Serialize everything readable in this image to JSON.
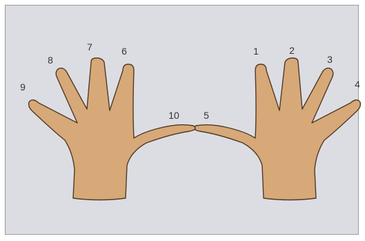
{
  "diagram": {
    "left_hand": {
      "fingers": [
        {
          "id": "thumb",
          "label": "10"
        },
        {
          "id": "index",
          "label": "6"
        },
        {
          "id": "middle",
          "label": "7"
        },
        {
          "id": "ring",
          "label": "8"
        },
        {
          "id": "little",
          "label": "9"
        }
      ]
    },
    "right_hand": {
      "fingers": [
        {
          "id": "thumb",
          "label": "5"
        },
        {
          "id": "index",
          "label": "1"
        },
        {
          "id": "middle",
          "label": "2"
        },
        {
          "id": "ring",
          "label": "3"
        },
        {
          "id": "little",
          "label": "4"
        }
      ]
    },
    "colors": {
      "background": "#dcdde2",
      "skin": "#d7a878",
      "outline": "#4f3a27",
      "label": "#333333"
    }
  }
}
